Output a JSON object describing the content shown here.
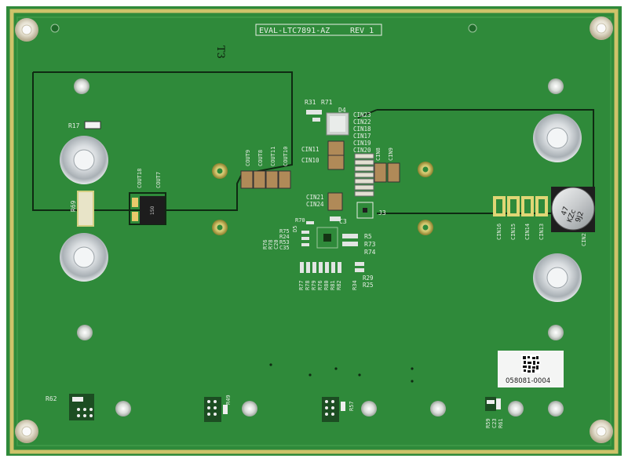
{
  "board": {
    "title": "EVAL-LTC7891-AZ",
    "revision": "REV 1",
    "handwritten_mark": "T3",
    "serial_label": "058081-0004",
    "colors": {
      "pcb": "#2f8a3a",
      "pcb_dark": "#1f6b2a",
      "trace": "#0f2a12",
      "gold": "#cfc36a",
      "silkscreen": "#e8eee6"
    }
  },
  "components": {
    "upper_left": [
      "R31",
      "R71",
      "D4"
    ],
    "input_caps_stack": [
      "CIN23",
      "CIN22",
      "CIN18",
      "CIN17",
      "CIN19",
      "CIN20"
    ],
    "input_caps_left": [
      "CIN11",
      "CIN10"
    ],
    "input_caps_right": [
      "CIN8",
      "CIN9"
    ],
    "input_caps_low": [
      "CIN21",
      "CIN24"
    ],
    "output_caps": [
      "COUT9",
      "COUT8",
      "COUT11",
      "COUT10"
    ],
    "output_caps_left": [
      "COUT18",
      "COUT7"
    ],
    "bulk_inductor_text": "150",
    "r17": "R17",
    "r69": "R69",
    "r62": "R62",
    "r49": "R49",
    "r57": "R57",
    "r59": "R59",
    "c23": "C23",
    "r61": "R61",
    "j3": "J3",
    "c3": "C3",
    "mid_left_refs": [
      "R70",
      "D5",
      "R75",
      "R24",
      "R53",
      "C35"
    ],
    "mid_left_vertical": [
      "R76",
      "R78",
      "C20"
    ],
    "mid_right_refs": [
      "R5",
      "R73",
      "R74"
    ],
    "bottom_refs": [
      "R77",
      "R78",
      "R79",
      "R76",
      "R80",
      "R81",
      "R82"
    ],
    "bottom_right_refs": [
      "R34",
      "R29",
      "R25"
    ],
    "cin_right_row": [
      "CIN16",
      "CIN15",
      "CIN14",
      "CIN13"
    ],
    "cin2": "CIN2",
    "electrolytic_lines": [
      "47",
      "KZc",
      "9J2"
    ]
  }
}
